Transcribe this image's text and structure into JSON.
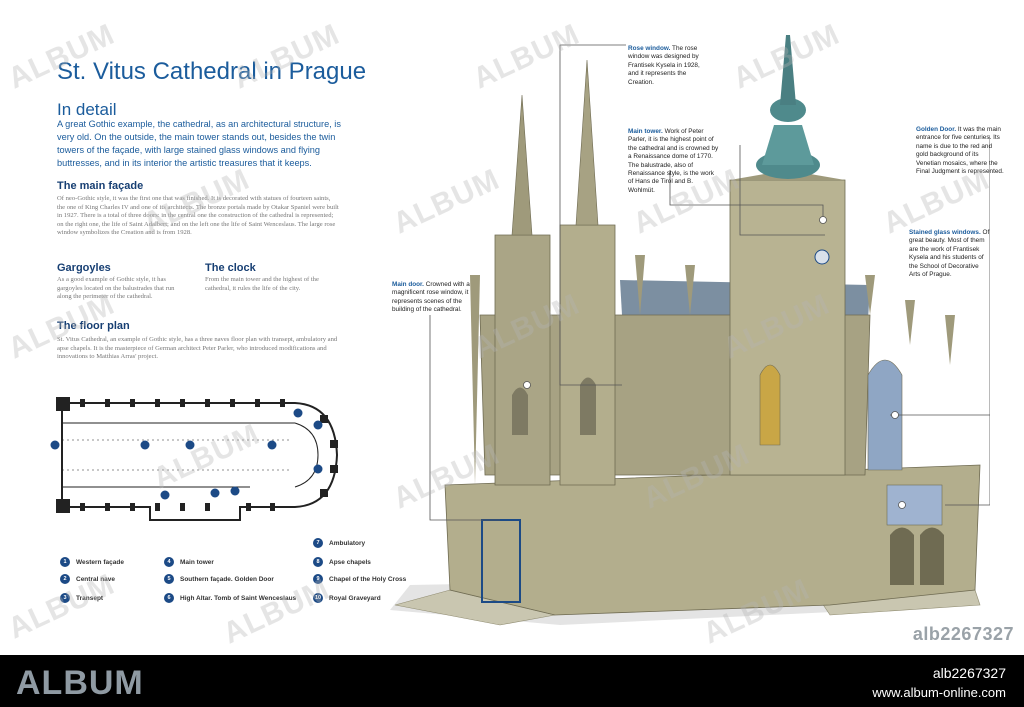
{
  "title": "St. Vitus Cathedral in Prague",
  "subtitle": "In detail",
  "intro": "A great Gothic example, the cathedral, as an architectural structure, is very old. On the outside, the main tower stands out, besides the twin towers of the façade, with large stained glass windows and flying buttresses, and in its interior the artistic treasures that it keeps.",
  "sections": {
    "main_facade": {
      "heading": "The main façade",
      "text": "Of neo-Gothic style, it was the first one that was finished. It is decorated with statues of fourteen saints, the one of King Charles IV and one of its architects. The bronze portals made by Otakar Spaniel were built in 1927. There is a total of three doors: in the central one the construction of the cathedral is represented; on the right one, the life of Saint Adalbert; and on the left one the life of Saint Wenceslaus. The large rose window symbolizes the Creation and is from 1928."
    },
    "gargoyles": {
      "heading": "Gargoyles",
      "text": "As a good example of Gothic style, it has gargoyles located on the balustrades that run along the perimeter of the cathedral."
    },
    "clock": {
      "heading": "The clock",
      "text": "From the main tower and the highest of the cathedral, it rules the life of the city."
    },
    "floor_plan": {
      "heading": "The floor plan",
      "text": "St. Vitus Cathedral, an example of Gothic style, has a three naves floor plan with transept, ambulatory and apse chapels. It is the masterpiece of German architect Peter Parler, who introduced modifications and innovations to Matthias Arras' project."
    }
  },
  "legend": [
    {
      "num": "1",
      "label": "Western façade"
    },
    {
      "num": "2",
      "label": "Central nave"
    },
    {
      "num": "3",
      "label": "Transept"
    },
    {
      "num": "4",
      "label": "Main tower"
    },
    {
      "num": "5",
      "label": "Southern façade. Golden Door"
    },
    {
      "num": "6",
      "label": "High Altar. Tomb of Saint Wenceslaus"
    },
    {
      "num": "7",
      "label": "Ambulatory"
    },
    {
      "num": "8",
      "label": "Apse chapels"
    },
    {
      "num": "9",
      "label": "Chapel of the Holy Cross"
    },
    {
      "num": "10",
      "label": "Royal Graveyard"
    }
  ],
  "callouts": {
    "rose_window": {
      "head": "Rose window.",
      "text": "The rose window was designed by Frantisek Kysela in 1928, and it represents the Creation."
    },
    "main_tower": {
      "head": "Main tower.",
      "text": "Work of Peter Parler, it is the highest point of the cathedral and is crowned by a Renaissance dome of 1770. The balustrade, also of Renaissance style, is the work of Hans de Tirol and B. Wohlmüt."
    },
    "golden_door": {
      "head": "Golden Door.",
      "text": "It was the main entrance for five centuries. Its name is due to the red and gold background of its Venetian mosaics, where the Final Judgment is represented."
    },
    "stained_glass": {
      "head": "Stained glass windows.",
      "text": "Of great beauty. Most of them are the work of Frantisek Kysela and his students of the School of Decorative Arts of Prague."
    },
    "main_door": {
      "head": "Main door.",
      "text": "Crowned with a magnificent rose window, it represents scenes of the building of the cathedral."
    }
  },
  "watermark": "ALBUM",
  "image_code": "alb2267327",
  "footer": {
    "logo": "ALBUM",
    "id": "alb2267327",
    "url": "www.album-online.com"
  },
  "colors": {
    "accent": "#1b5c9c",
    "heading": "#173f73",
    "legend_badge": "#1c4a86",
    "stone": "#b3ae8d",
    "roof": "#7c8fa1",
    "dome": "#4f8a8c"
  }
}
